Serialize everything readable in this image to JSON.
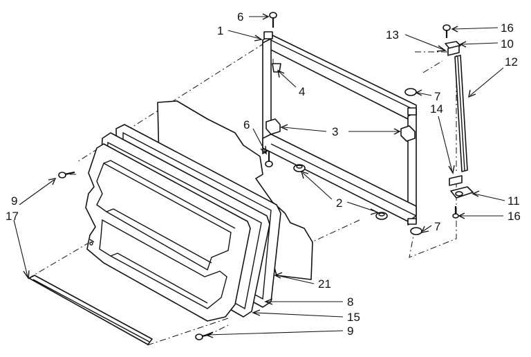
{
  "callouts": [
    {
      "id": "c1",
      "text": "1"
    },
    {
      "id": "c6a",
      "text": "6"
    },
    {
      "id": "c4",
      "text": "4"
    },
    {
      "id": "c3",
      "text": "3"
    },
    {
      "id": "c6b",
      "text": "6"
    },
    {
      "id": "c2",
      "text": "2"
    },
    {
      "id": "c7a",
      "text": "7"
    },
    {
      "id": "c7b",
      "text": "7"
    },
    {
      "id": "c13",
      "text": "13"
    },
    {
      "id": "c16a",
      "text": "16"
    },
    {
      "id": "c10",
      "text": "10"
    },
    {
      "id": "c12",
      "text": "12"
    },
    {
      "id": "c14",
      "text": "14"
    },
    {
      "id": "c11",
      "text": "11"
    },
    {
      "id": "c16b",
      "text": "16"
    },
    {
      "id": "c9a",
      "text": "9"
    },
    {
      "id": "c17",
      "text": "17"
    },
    {
      "id": "c21",
      "text": "21"
    },
    {
      "id": "c8",
      "text": "8"
    },
    {
      "id": "c15",
      "text": "15"
    },
    {
      "id": "c9b",
      "text": "9"
    }
  ]
}
